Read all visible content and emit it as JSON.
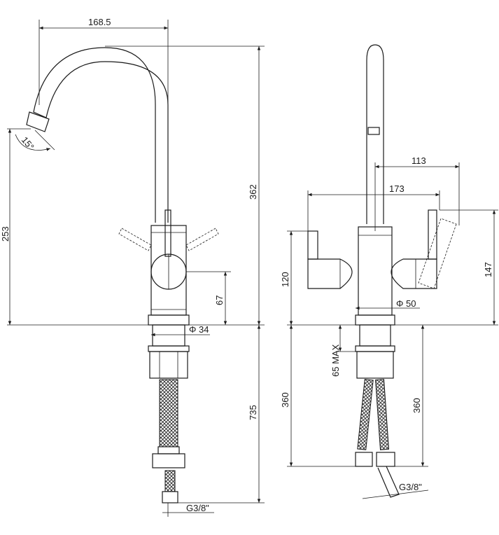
{
  "dimensions": {
    "spout_reach": "168.5",
    "total_height": "362",
    "outlet_height": "253",
    "spout_angle": "15°",
    "lever_axis_height": "67",
    "body_diameter": "Φ 34",
    "hose_length": "735",
    "lever_spread": "113",
    "handle_span": "173",
    "handle_height": "120",
    "side_height": "147",
    "base_diameter": "Φ 50",
    "deck_thickness": "65 MAX",
    "hose_length_left": "360",
    "hose_length_right": "360",
    "thread_front": "G3/8\"",
    "thread_side": "G3/8\""
  }
}
